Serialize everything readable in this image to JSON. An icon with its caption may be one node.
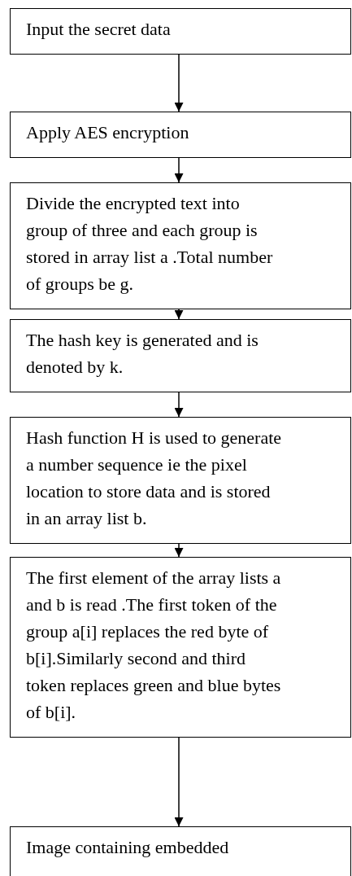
{
  "diagram": {
    "nodes": [
      {
        "text": [
          "Input the secret data"
        ]
      },
      {
        "text": [
          "Apply AES encryption"
        ]
      },
      {
        "text": [
          "Divide the encrypted text into group of three and each group is stored in array list a .Total number of groups be g."
        ]
      },
      {
        "text": [
          "The hash key is generated and is denoted by k."
        ]
      },
      {
        "text": [
          "Hash function H is used to generate a number sequence ie the pixel location to store data and is stored in an array list b."
        ]
      },
      {
        "text": [
          "The first element of the array lists a and b is read .The first token of the group a[i] replaces the red byte of b[i].Similarly second and third token replaces green and blue bytes of b[i]."
        ]
      },
      {
        "text": [
          "Image containing embedded"
        ]
      }
    ],
    "edges": [
      {
        "from": 0,
        "to": 1,
        "arrow": "to"
      },
      {
        "from": 1,
        "to": 2,
        "arrow": "to"
      },
      {
        "from": 2,
        "to": 3,
        "arrow": "to"
      },
      {
        "from": 3,
        "to": 4,
        "arrow": "to"
      },
      {
        "from": 4,
        "to": 5,
        "arrow": "to"
      },
      {
        "from": 5,
        "to": 6,
        "arrow": "to"
      }
    ]
  }
}
